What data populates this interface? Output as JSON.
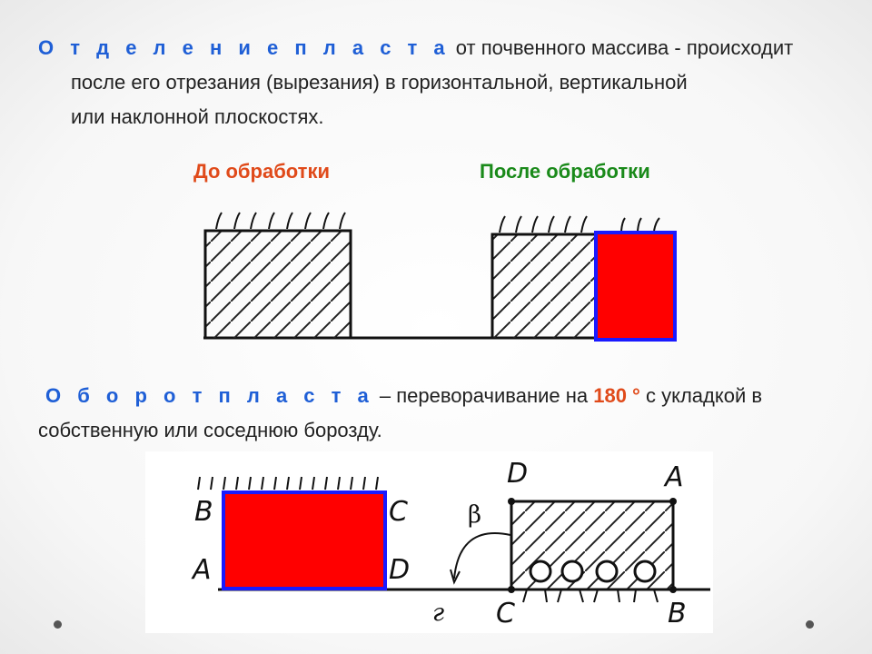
{
  "para1": {
    "term": "О т д е л е н и е   п л а с т а",
    "line1_rest": " от почвенного массива -  происходит",
    "line2": "после его отрезания (вырезания) в  горизонтальной, вертикальной",
    "line3": "или наклонной плоскостях."
  },
  "labels": {
    "before": "До обработки",
    "after": "После обработки"
  },
  "para2": {
    "term": "О б о р о т   п л а с т а",
    "mid": " – переворачивание на ",
    "degree": "180 °",
    "rest": " с укладкой в",
    "line2": "собственную или соседнюю борозду."
  },
  "diagram_bottom": {
    "left_labels": {
      "B": "B",
      "A": "A",
      "C": "C",
      "D": "D"
    },
    "right_labels": {
      "D": "D",
      "A": "A",
      "C": "C",
      "B": "B",
      "beta": "β",
      "g": "г"
    }
  },
  "colors": {
    "term_blue": "#1f5fd6",
    "before_red": "#e04a1a",
    "after_green": "#1a8a1a",
    "block_red": "#ff0000",
    "block_border_blue": "#1a1aff"
  }
}
